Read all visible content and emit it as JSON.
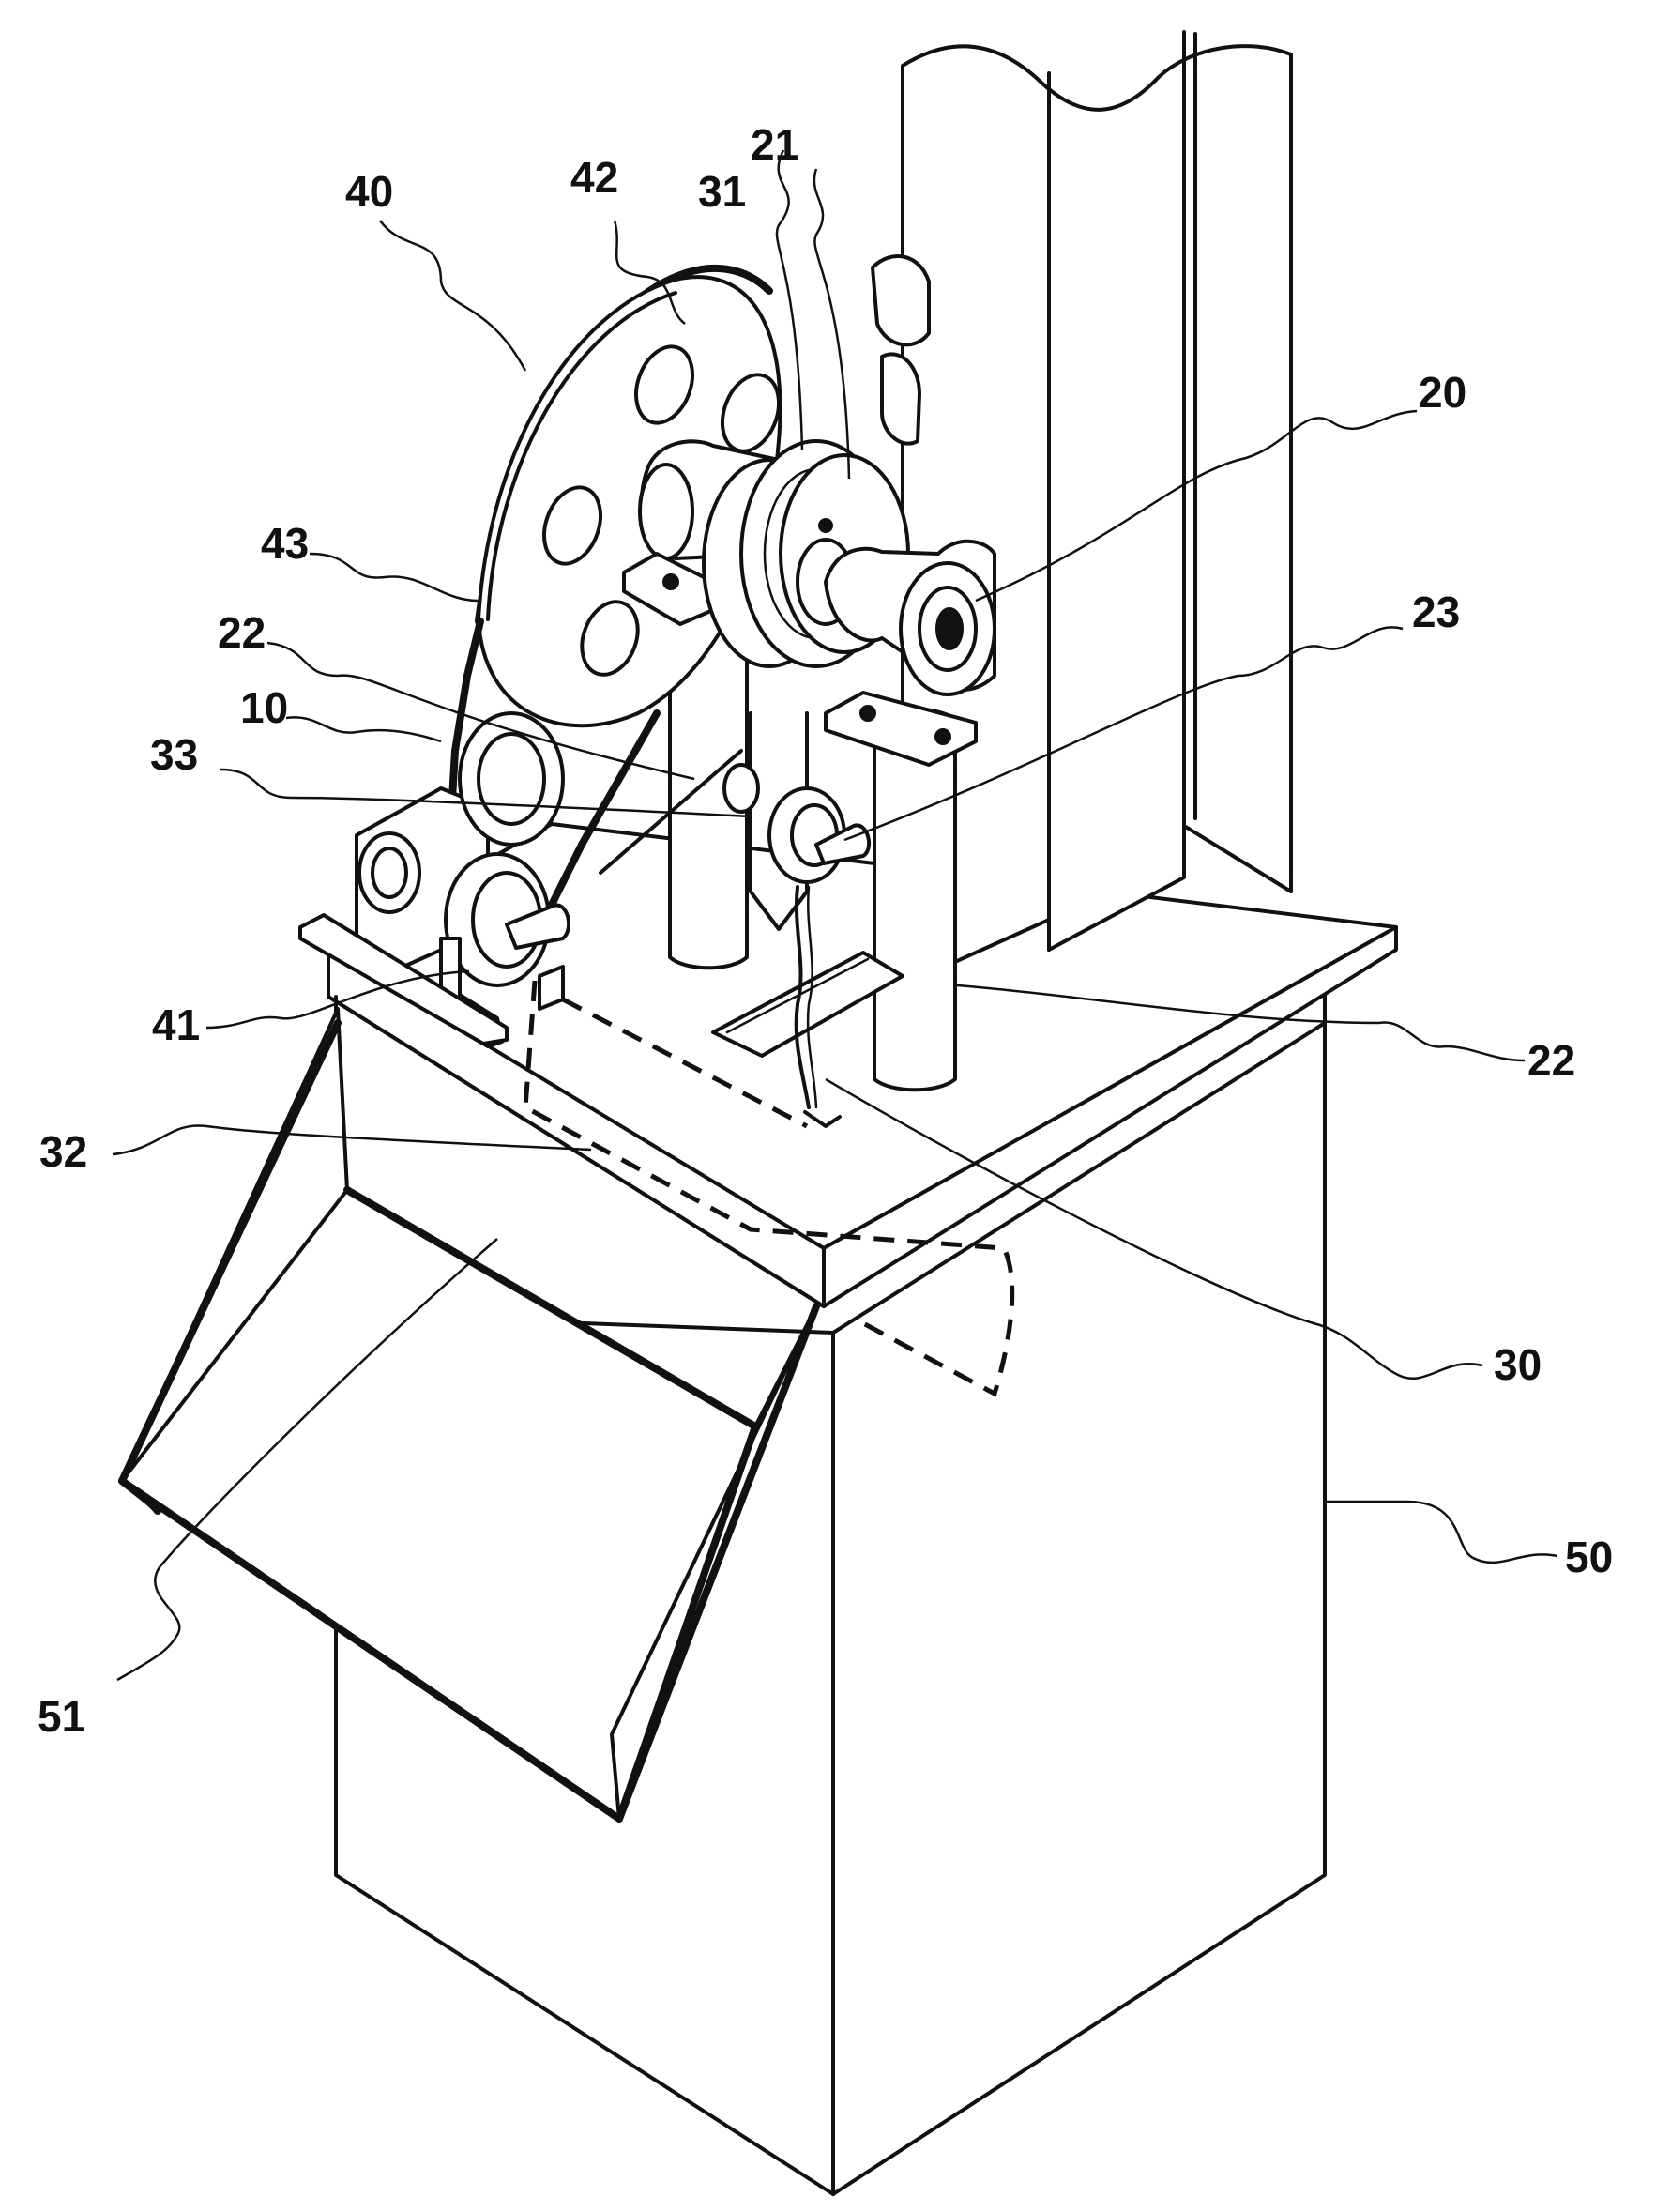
{
  "figure": {
    "labels": [
      {
        "id": "label-40",
        "text": "40"
      },
      {
        "id": "label-42",
        "text": "42"
      },
      {
        "id": "label-21",
        "text": "21"
      },
      {
        "id": "label-31",
        "text": "31"
      },
      {
        "id": "label-20",
        "text": "20"
      },
      {
        "id": "label-43",
        "text": "43"
      },
      {
        "id": "label-23",
        "text": "23"
      },
      {
        "id": "label-22a",
        "text": "22"
      },
      {
        "id": "label-10",
        "text": "10"
      },
      {
        "id": "label-33",
        "text": "33"
      },
      {
        "id": "label-41",
        "text": "41"
      },
      {
        "id": "label-22b",
        "text": "22"
      },
      {
        "id": "label-32",
        "text": "32"
      },
      {
        "id": "label-30",
        "text": "30"
      },
      {
        "id": "label-50",
        "text": "50"
      },
      {
        "id": "label-51",
        "text": "51"
      }
    ]
  }
}
